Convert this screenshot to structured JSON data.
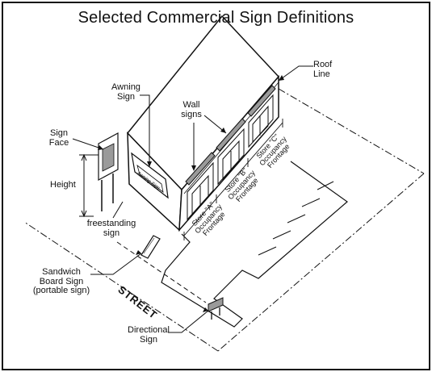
{
  "title": "Selected Commercial Sign Definitions",
  "labels": {
    "roof_line": [
      "Roof",
      "Line"
    ],
    "awning_sign": [
      "Awning",
      "Sign"
    ],
    "wall_signs": [
      "Wall",
      "signs"
    ],
    "sign_face": [
      "Sign",
      "Face"
    ],
    "height": "Height",
    "freestanding_sign": [
      "freestanding",
      "sign"
    ],
    "sandwich_board": [
      "Sandwich",
      "Board Sign",
      "(portable sign)"
    ],
    "directional_sign": [
      "Directional",
      "Sign"
    ],
    "street": "STREET",
    "awning_text": "Awning Sign"
  },
  "frontages": [
    {
      "store": "Store \"A\"",
      "line2": "Occupancy",
      "line3": "Frontage"
    },
    {
      "store": "Store \"B\"",
      "line2": "Occupancy",
      "line3": "Frontage"
    },
    {
      "store": "Store \"C\"",
      "line2": "Occupancy",
      "line3": "Frontage"
    }
  ],
  "colors": {
    "ink": "#111111",
    "paper": "#ffffff",
    "shade": "#9a9a9a"
  }
}
